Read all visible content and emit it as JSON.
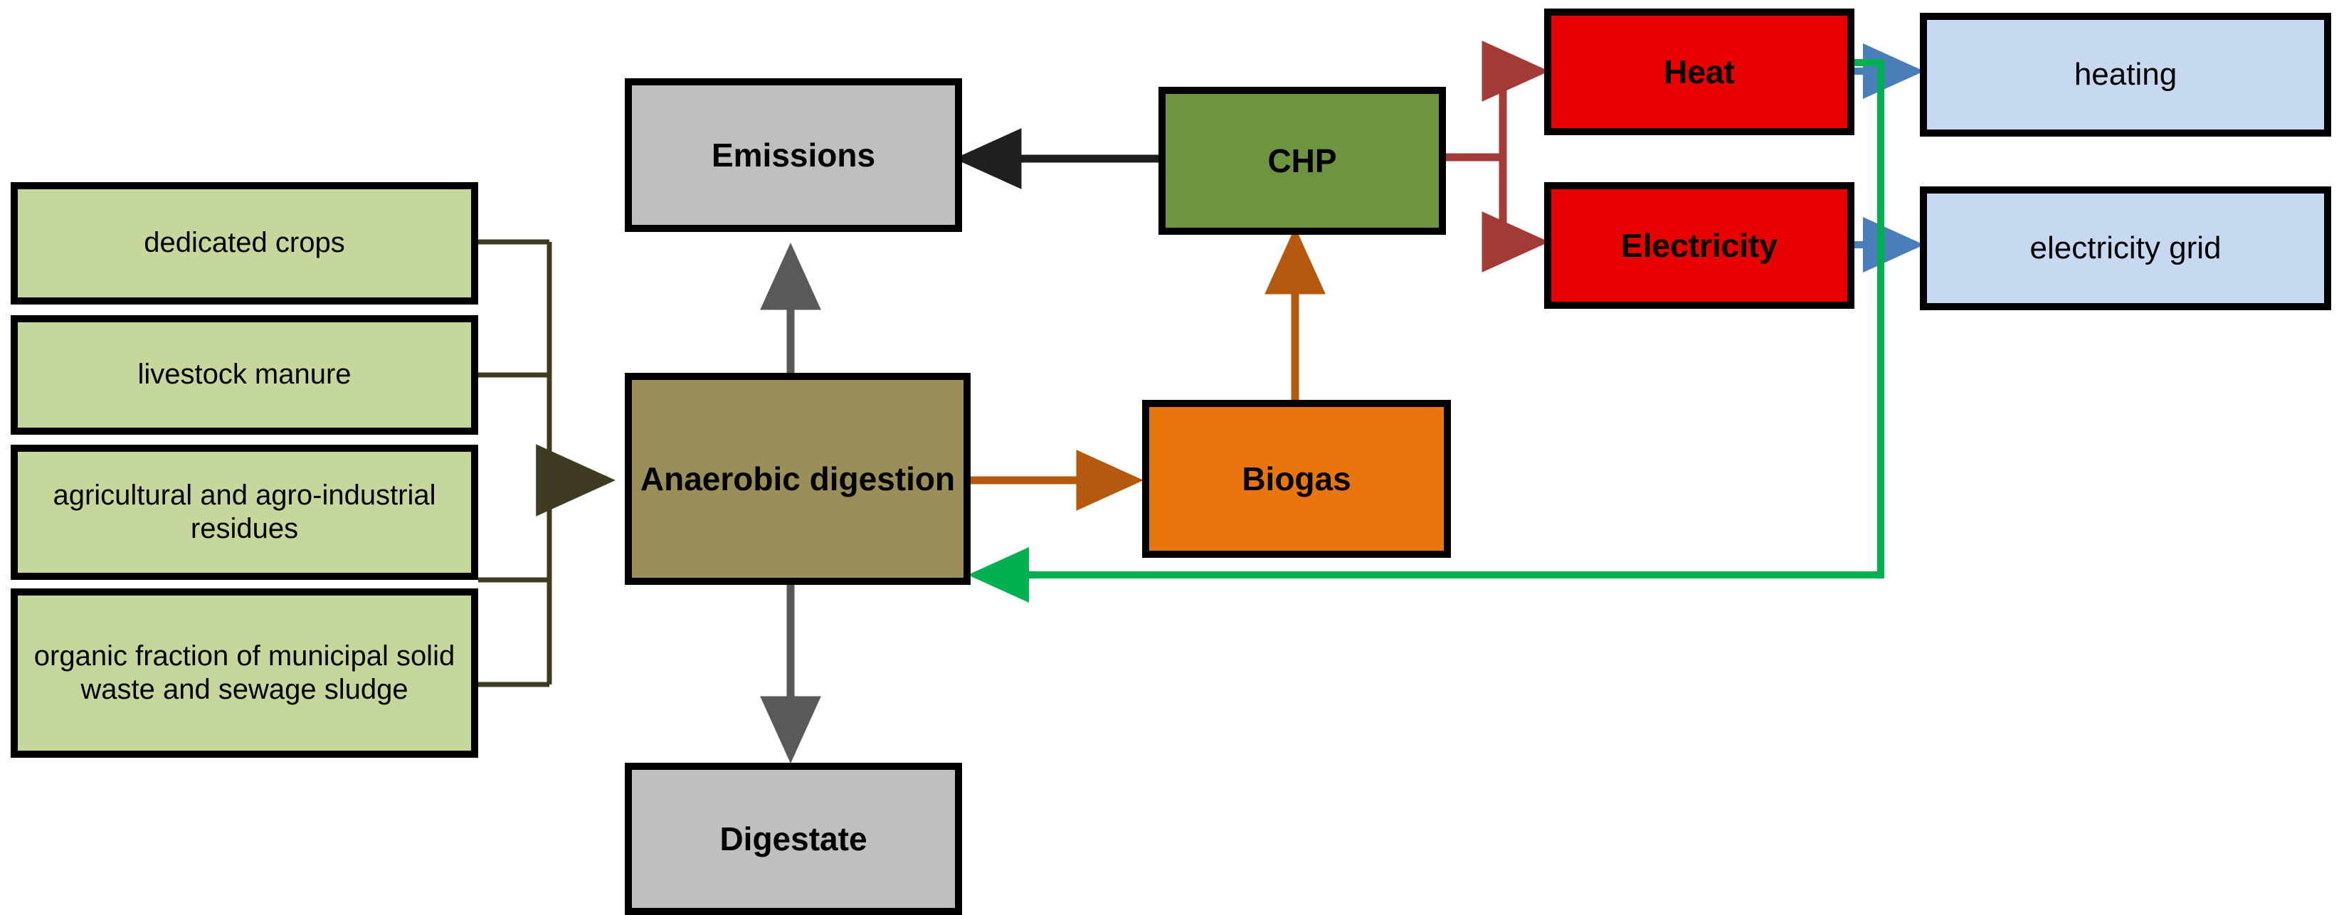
{
  "diagram": {
    "title": "Anaerobic digestion biogas process flow",
    "colors": {
      "feedstock_fill": "#c5d79a",
      "digester_fill": "#9a8f58",
      "grey_fill": "#bfbfbf",
      "chp_fill": "#6e9341",
      "biogas_fill": "#e8760c",
      "energy_fill": "#e60000",
      "enduse_fill": "#c6d9f1",
      "border": "#000000",
      "feed_link": "#3f3b22",
      "biogas_link": "#b4590d",
      "emission_link": "#1f1f1f",
      "digestate_link": "#595959",
      "energy_link": "#a33a36",
      "heat_recovery_link": "#00b050",
      "enduse_link": "#4a7ebb"
    },
    "nodes": [
      {
        "id": "dedicated-crops",
        "label": "dedicated crops",
        "group": "feedstock"
      },
      {
        "id": "livestock-manure",
        "label": "livestock manure",
        "group": "feedstock"
      },
      {
        "id": "agro-residues",
        "label": "agricultural and agro-industrial residues",
        "group": "feedstock"
      },
      {
        "id": "osw-sludge",
        "label": "organic fraction of municipal solid waste and sewage sludge",
        "group": "feedstock"
      },
      {
        "id": "anaerobic-digestion",
        "label": "Anaerobic digestion",
        "group": "process"
      },
      {
        "id": "emissions",
        "label": "Emissions",
        "group": "output"
      },
      {
        "id": "digestate",
        "label": "Digestate",
        "group": "output"
      },
      {
        "id": "biogas",
        "label": "Biogas",
        "group": "intermediate"
      },
      {
        "id": "chp",
        "label": "CHP",
        "group": "conversion"
      },
      {
        "id": "heat",
        "label": "Heat",
        "group": "energy"
      },
      {
        "id": "electricity",
        "label": "Electricity",
        "group": "energy"
      },
      {
        "id": "heating",
        "label": "heating",
        "group": "end-use"
      },
      {
        "id": "electricity-grid",
        "label": "electricity grid",
        "group": "end-use"
      }
    ],
    "edges": [
      {
        "from": "feedstocks",
        "to": "anaerobic-digestion",
        "color": "#3f3b22",
        "style": "bracket"
      },
      {
        "from": "anaerobic-digestion",
        "to": "emissions",
        "color": "#595959",
        "style": "straight"
      },
      {
        "from": "anaerobic-digestion",
        "to": "digestate",
        "color": "#595959",
        "style": "straight"
      },
      {
        "from": "anaerobic-digestion",
        "to": "biogas",
        "color": "#b4590d",
        "style": "straight"
      },
      {
        "from": "biogas",
        "to": "chp",
        "color": "#b4590d",
        "style": "straight"
      },
      {
        "from": "chp",
        "to": "emissions",
        "color": "#1f1f1f",
        "style": "straight"
      },
      {
        "from": "chp",
        "to": "heat",
        "color": "#a33a36",
        "style": "elbow"
      },
      {
        "from": "chp",
        "to": "electricity",
        "color": "#a33a36",
        "style": "elbow"
      },
      {
        "from": "heat",
        "to": "heating",
        "color": "#4a7ebb",
        "style": "straight"
      },
      {
        "from": "electricity",
        "to": "electricity-grid",
        "color": "#4a7ebb",
        "style": "straight"
      },
      {
        "from": "heat",
        "to": "anaerobic-digestion",
        "color": "#00b050",
        "style": "elbow-return"
      }
    ]
  }
}
